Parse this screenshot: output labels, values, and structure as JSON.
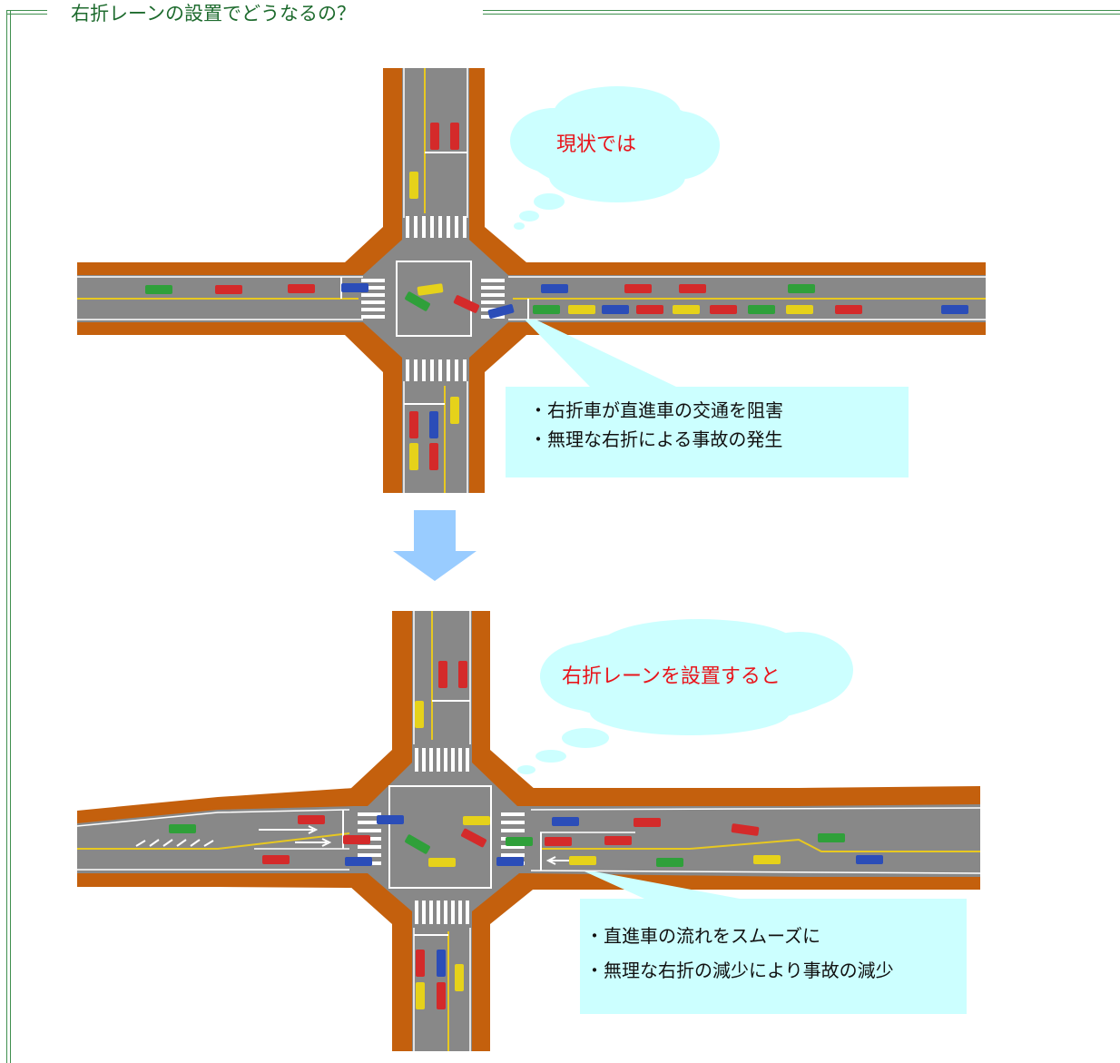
{
  "header": {
    "title": "右折レーンの設置でどうなるの？"
  },
  "before": {
    "bubble": "現状では",
    "notes": [
      "・右折車が直進車の交通を阻害",
      "・無理な右折による事故の発生"
    ]
  },
  "after": {
    "bubble": "右折レーンを設置すると",
    "notes": [
      "・直進車の流れをスムーズに",
      "・無理な右折の減少により事故の減少"
    ]
  },
  "colors": {
    "frame": "#3f8f4f",
    "title": "#1e6b2e",
    "road": "#888888",
    "sidewalk": "#c4600d",
    "bubble": "#ccffff",
    "bubble_text": "#e8141b",
    "arrow": "#99ccff",
    "lane_line": "#e8c820"
  }
}
